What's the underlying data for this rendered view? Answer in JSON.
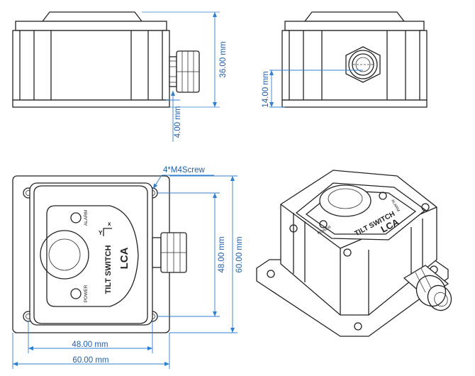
{
  "colors": {
    "outline": "#222222",
    "dimension": "#2f7fd0",
    "dimension_text": "#1f5fa8",
    "background": "#ffffff"
  },
  "dimensions": {
    "height_36": "36.00 mm",
    "gland_4": "4.00 mm",
    "gland_14": "14.00 mm",
    "screw": "4*M4Screw",
    "hole_48_v": "48.00 mm",
    "body_60_v": "60.00 mm",
    "hole_48_h": "48.00 mm",
    "body_60_h": "60.00 mm"
  },
  "labels": {
    "alarm": "ALARM",
    "power": "POWER",
    "product": "TILT SWITCH",
    "model": "LCA",
    "axis_y": "Y",
    "axis_x": "x"
  }
}
